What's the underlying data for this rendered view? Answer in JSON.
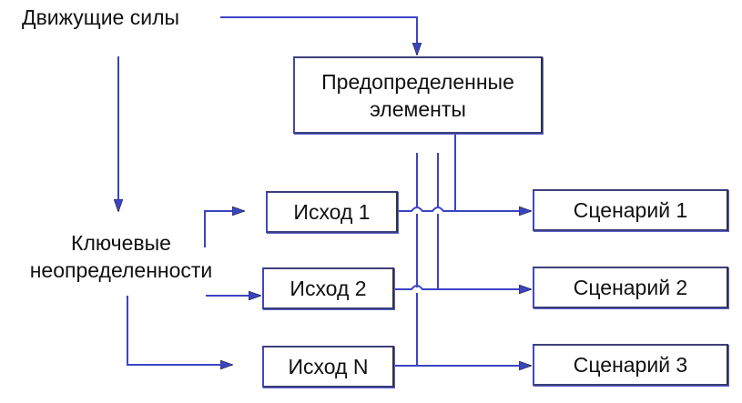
{
  "diagram": {
    "driving_forces": "Движущие силы",
    "key_uncertainties_line1": "Ключевые",
    "key_uncertainties_line2": "неопределенности",
    "predetermined_line1": "Предопределенные",
    "predetermined_line2": "элементы",
    "outcomes": [
      "Исход 1",
      "Исход 2",
      "Исход N"
    ],
    "scenarios": [
      "Сценарий 1",
      "Сценарий 2",
      "Сценарий 3"
    ],
    "colors": {
      "line": "#3b44c4",
      "box_border": "#333333",
      "text": "#111111"
    }
  }
}
